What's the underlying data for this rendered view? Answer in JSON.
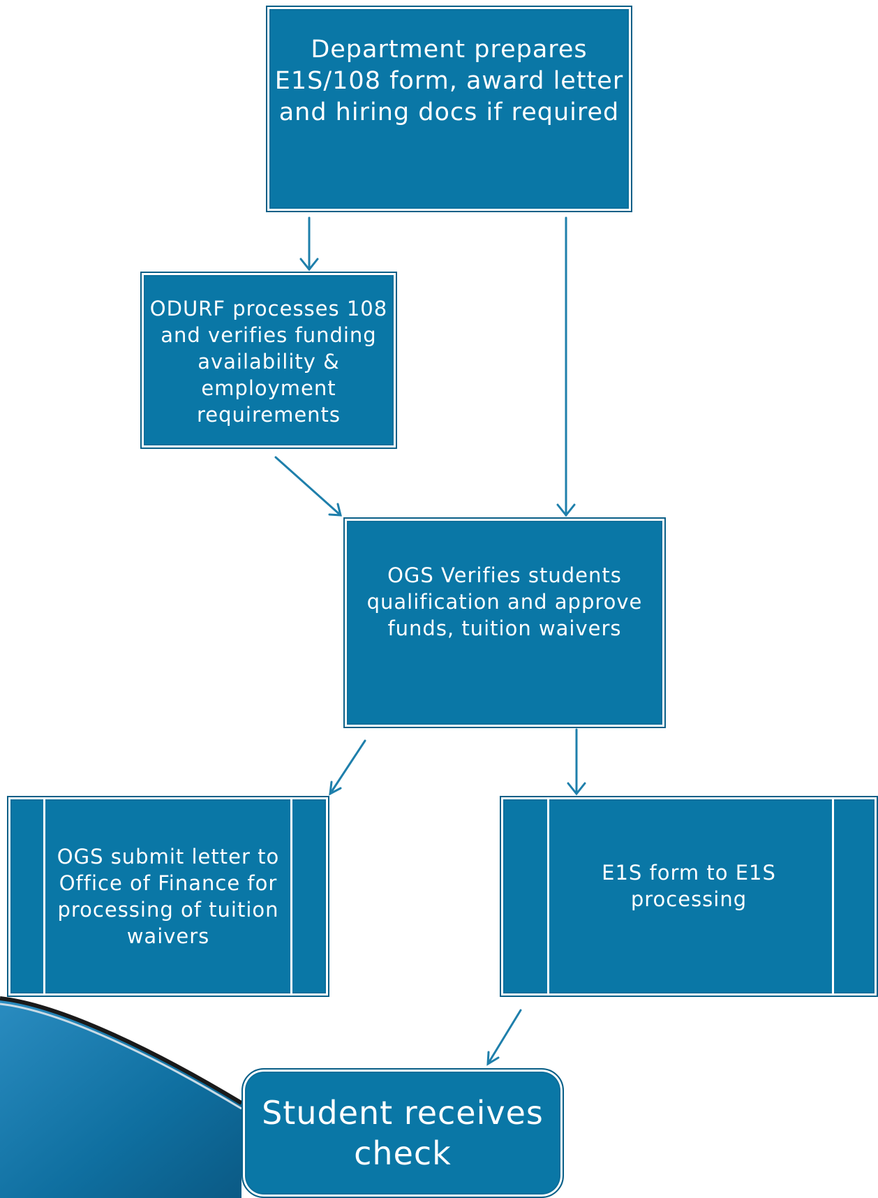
{
  "colors": {
    "box_fill": "#0a77a6",
    "arrow": "#1e7fab",
    "text": "#ffffff"
  },
  "boxes": {
    "prepare": "Department  prepares\nE1S/108 form, award letter\nand hiring docs if required",
    "odurf": "ODURF processes 108\nand verifies funding\navailability &\nemployment\nrequirements",
    "ogs_verify": "OGS Verifies students\nqualification and approve\nfunds, tuition waivers",
    "ogs_letter": "OGS submit letter to\nOffice of Finance for\nprocessing of tuition\nwaivers",
    "e1s": "E1S form to E1S\nprocessing",
    "student": "Student receives\ncheck"
  }
}
